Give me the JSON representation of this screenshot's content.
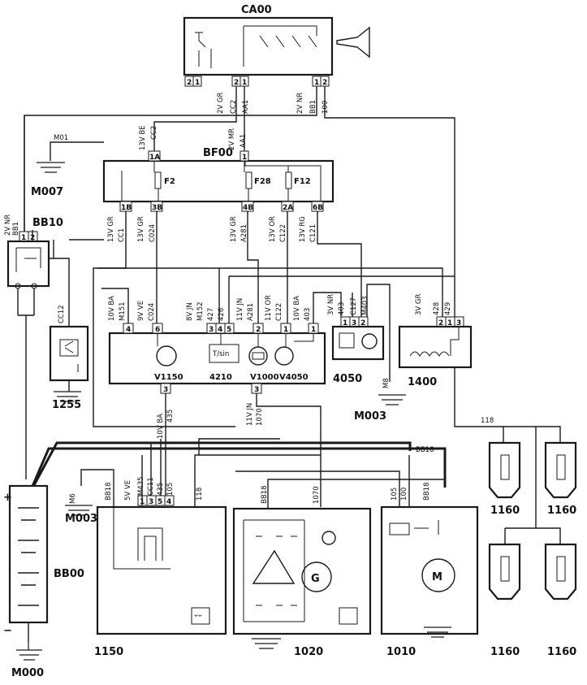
{
  "components": {
    "ca00": "CA00",
    "bf00": "BF00",
    "bb10": "BB10",
    "bb00": "BB00",
    "m007": "M007",
    "m003_a": "M003",
    "m003_b": "M003",
    "m000": "M000",
    "c1255": "1255",
    "c4050": "4050",
    "c1400": "1400",
    "c1150": "1150",
    "c1020": "1020",
    "c1010": "1010",
    "c1160_a": "1160",
    "c1160_b": "1160",
    "c1160_c": "1160",
    "c1160_d": "1160"
  },
  "sub_components": {
    "v1150": "V1150",
    "s4210": "4210",
    "v1000": "V1000",
    "v4050": "V4050"
  },
  "fuses": {
    "f2": "F2",
    "f28": "F28",
    "f12": "F12"
  },
  "ground_labels": {
    "m01": "M01",
    "m8": "M8",
    "m6": "M6"
  },
  "symbols": {
    "plus": "+",
    "minus": "−",
    "generator": "G",
    "motor": "M",
    "tick_wave": "ᵕᵕ"
  },
  "pins": {
    "ca00_a_2": "2",
    "ca00_a_1": "1",
    "ca00_b_2": "2",
    "ca00_b_1": "1",
    "ca00_c_1": "1",
    "ca00_c_2": "2",
    "bf00_1a": "1A",
    "bf00_1": "1",
    "bf00_1b": "1B",
    "bf00_3b": "3B",
    "bf00_4b": "4B",
    "bf00_2a": "2A",
    "bf00_6b": "6B",
    "bb10_1": "1",
    "bb10_2": "2",
    "dash_4": "4",
    "dash_6": "6",
    "dash_3a": "3",
    "dash_4b": "4",
    "dash_5": "5",
    "dash_2": "2",
    "dash_1a": "1",
    "dash_1b": "1",
    "dash_3c": "3",
    "dash_3d": "3",
    "p4050_1": "1",
    "p4050_3": "3",
    "p4050_2": "2",
    "p1400_2": "2",
    "p1400_1": "1",
    "p1400_3": "3",
    "p1150_1": "1",
    "p1150_3": "3",
    "p1150_5": "5",
    "p1150_4": "4"
  },
  "wires": {
    "ca00_2v_gr": "2V GR",
    "ca00_cc2": "CC2",
    "ca00_aa1": "AA1",
    "ca00_2v_nr": "2V NR",
    "ca00_bb1": "BB1",
    "ca00_100": "100",
    "bf_13v_be": "13V BE",
    "bf_cc2": "CC2",
    "bf_2v_mr": "2V MR",
    "bf_aa1": "AA1",
    "bb10_2v_nr": "2V NR",
    "bb10_bb1": "BB1",
    "out_13v_gr_a": "13V GR",
    "out_cc1": "CC1",
    "out_13v_gr_b": "13V GR",
    "out_c024": "C024",
    "out_13v_gr_c": "13V GR",
    "out_a281": "A281",
    "out_13v_or": "13V OR",
    "out_c122": "C122",
    "out_13v_rg": "13V RG",
    "out_c121": "C121",
    "cc12": "CC12",
    "d_10v_ba": "10V BA",
    "d_m151": "M151",
    "d_9v_ve": "9V VE",
    "d_c024": "C024",
    "d_8v_jn": "8V JN",
    "d_m152": "M152",
    "d_427": "427",
    "d_426": "426",
    "d_11v_jn": "11V JN",
    "d_a281": "A281",
    "d_11v_or": "11V OR",
    "d_c122": "C122",
    "d_10v_ba2": "10V BA",
    "d_403": "403",
    "d_3v_nr": "3V NR",
    "d_403b": "403",
    "d_c127": "C127",
    "d_m403": "M403",
    "d_3v_gr": "3V GR",
    "d_428": "428",
    "d_429": "429",
    "b_10v_ba": "10V BA",
    "b_435": "435",
    "b_11v_jn": "11V JN",
    "b_1070": "1070",
    "w_118_top": "118",
    "w_bb18_a": "BB18",
    "w_5v_ve": "5V VE",
    "w_m435": "M435",
    "w_cc11": "CC11",
    "w_435": "435",
    "w_105": "105",
    "w_118": "118",
    "w_bb18_b": "BB18",
    "w_1070": "1070",
    "w_105b": "105",
    "w_100": "100",
    "w_bb18_c": "BB18",
    "w_bb18_d": "BB18"
  }
}
